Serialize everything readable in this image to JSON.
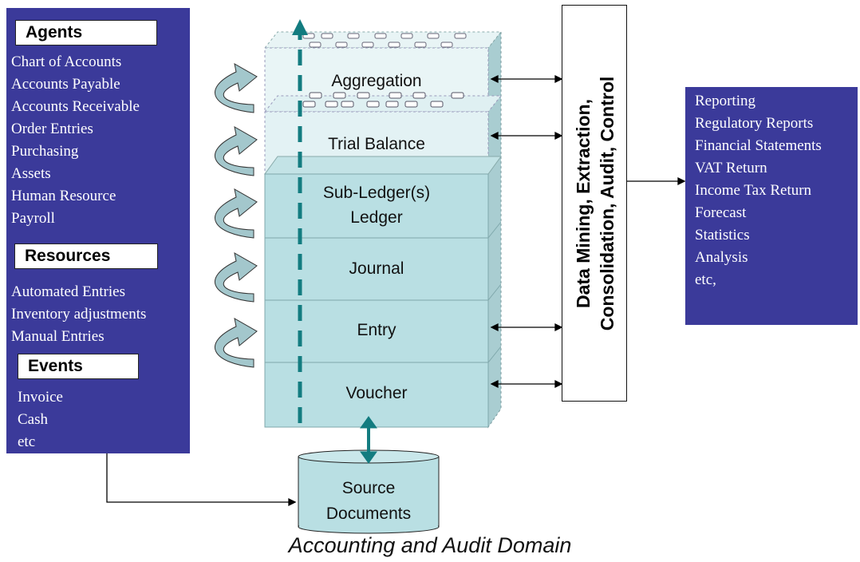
{
  "left_panel": {
    "agents_title": "Agents",
    "agents_items": [
      "Chart of Accounts",
      "Accounts Payable",
      "Accounts Receivable",
      "Order Entries",
      "Purchasing",
      "Assets",
      "Human Resource",
      "Payroll"
    ],
    "resources_title": "Resources",
    "resources_items": [
      "Automated Entries",
      "Inventory adjustments",
      "Manual Entries"
    ],
    "events_title": "Events",
    "events_items": [
      "Invoice",
      "Cash",
      "etc"
    ]
  },
  "layers": {
    "aggregation": "Aggregation",
    "trial_balance": "Trial Balance",
    "sub_ledger": "Sub-Ledger(s)",
    "ledger": "Ledger",
    "journal": "Journal",
    "entry": "Entry",
    "voucher": "Voucher"
  },
  "control_box": {
    "line1": "Data Mining, Extraction,",
    "line2": "Consolidation, Audit, Control"
  },
  "right_panel": {
    "items": [
      "Reporting",
      "Regulatory Reports",
      "Financial Statements",
      "VAT Return",
      "Income Tax Return",
      "Forecast",
      "Statistics",
      "Analysis",
      "etc,"
    ]
  },
  "source_documents": {
    "line1": "Source",
    "line2": "Documents"
  },
  "caption": "Accounting and Audit Domain",
  "colors": {
    "panel": "#3b3a9a",
    "layer": "#b9dfe3",
    "layer_dark": "#9cc6cb",
    "arrow_teal": "#137c80"
  }
}
